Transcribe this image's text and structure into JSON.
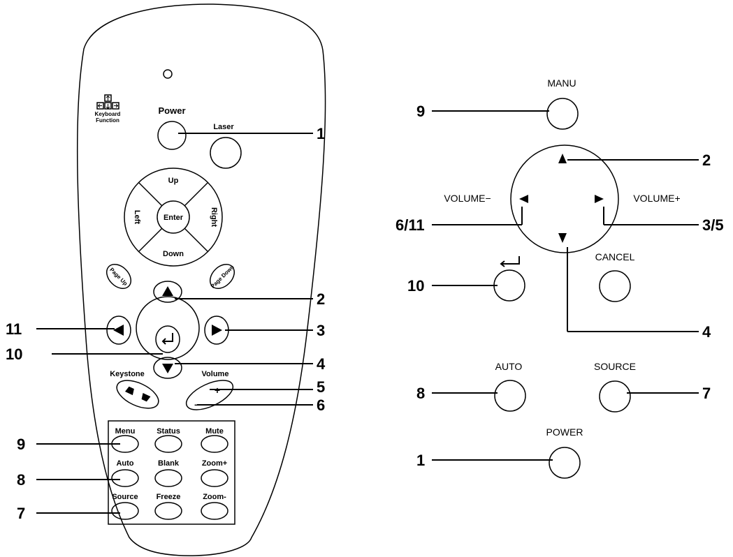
{
  "remote": {
    "keyboard_label_1": "Keyboard",
    "keyboard_label_2": "Function",
    "power": "Power",
    "laser": "Laser",
    "dpad": {
      "up": "Up",
      "down": "Down",
      "left": "Left",
      "right": "Right",
      "enter": "Enter"
    },
    "page_up": "Page Up",
    "page_down": "Page Down",
    "keystone": "Keystone",
    "volume": "Volume",
    "volume_plus": "+",
    "volume_minus": "–",
    "grid": [
      [
        "Menu",
        "Status",
        "Mute"
      ],
      [
        "Auto",
        "Blank",
        "Zoom+"
      ],
      [
        "Source",
        "Freeze",
        "Zoom-"
      ]
    ],
    "callouts": {
      "c1": "1",
      "c2": "2",
      "c3": "3",
      "c4": "4",
      "c5": "5",
      "c6": "6",
      "c7": "7",
      "c8": "8",
      "c9": "9",
      "c10": "10",
      "c11": "11"
    }
  },
  "panel": {
    "manu": "MANU",
    "volume_minus": "VOLUME−",
    "volume_plus": "VOLUME+",
    "cancel": "CANCEL",
    "auto": "AUTO",
    "source": "SOURCE",
    "power": "POWER",
    "callouts": {
      "manu": "9",
      "up": "2",
      "left": "6/11",
      "right": "3/5",
      "enter": "10",
      "down": "4",
      "auto": "8",
      "source": "7",
      "power": "1"
    }
  }
}
